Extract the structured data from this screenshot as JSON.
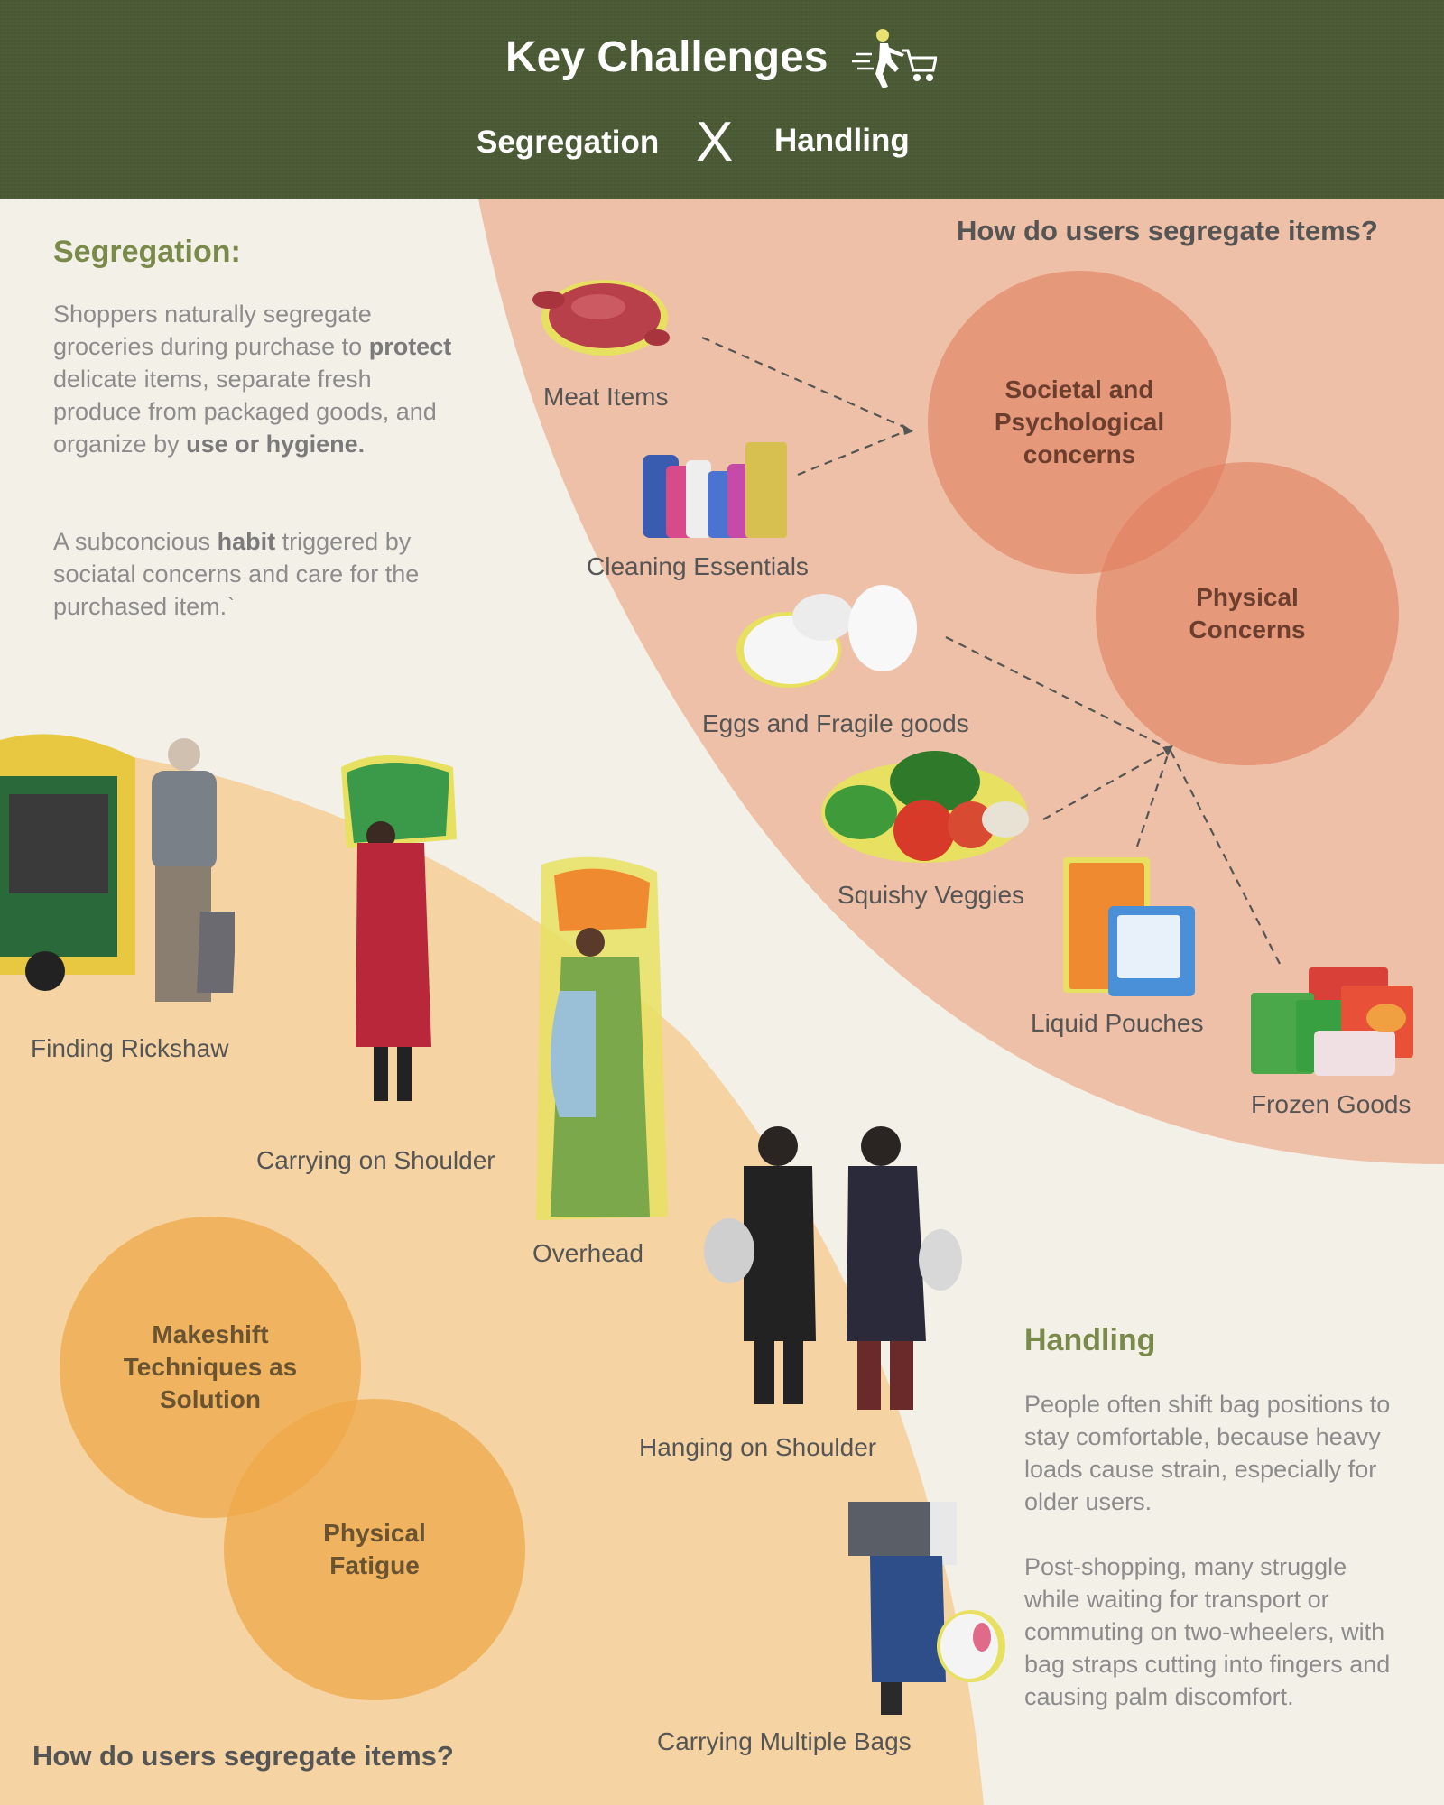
{
  "header": {
    "title": "Key Challenges",
    "subtitle_left": "Segregation",
    "subtitle_x": "X",
    "subtitle_right": "Handling"
  },
  "segregation": {
    "heading": "Segregation:",
    "para1_a": "Shoppers naturally segregate groceries during purchase to ",
    "para1_b": "protect",
    "para1_c": " delicate items, separate fresh produce from packaged goods, and organize by ",
    "para1_d": "use or hygiene.",
    "para2_a": "A subconcious ",
    "para2_b": "habit",
    "para2_c": " triggered by sociatal concerns and care for the purchased item.`"
  },
  "segregation_diagram": {
    "question": "How do users segregate items?",
    "circle_top": "Societal and Psychological concerns",
    "circle_bottom": "Physical Concerns",
    "items": [
      "Meat Items",
      "Cleaning Essentials",
      "Eggs and Fragile goods",
      "Squishy Veggies",
      "Liquid Pouches",
      "Frozen Goods"
    ]
  },
  "handling_diagram": {
    "question": "How do users segregate items?",
    "circle_top": "Makeshift Techniques as Solution",
    "circle_bottom": "Physical Fatigue",
    "items": [
      "Finding Rickshaw",
      "Carrying on Shoulder",
      "Overhead",
      "Hanging on Shoulder",
      "Carrying Multiple Bags"
    ]
  },
  "handling": {
    "heading": "Handling",
    "para1": "People often shift bag positions to stay comfortable, because heavy loads cause strain, especially for older users.",
    "para2": "Post-shopping, many struggle while waiting for transport or commuting on two-wheelers, with bag straps cutting into fingers and causing palm discomfort."
  },
  "colors": {
    "header_bg": "#4a5a34",
    "page_bg": "#f3f0e8",
    "salmon_region": "#eec0a8",
    "orange_region": "#f5d3a2",
    "accent_green": "#7a8a4a"
  },
  "icons": [
    "shopper-cart-icon"
  ]
}
